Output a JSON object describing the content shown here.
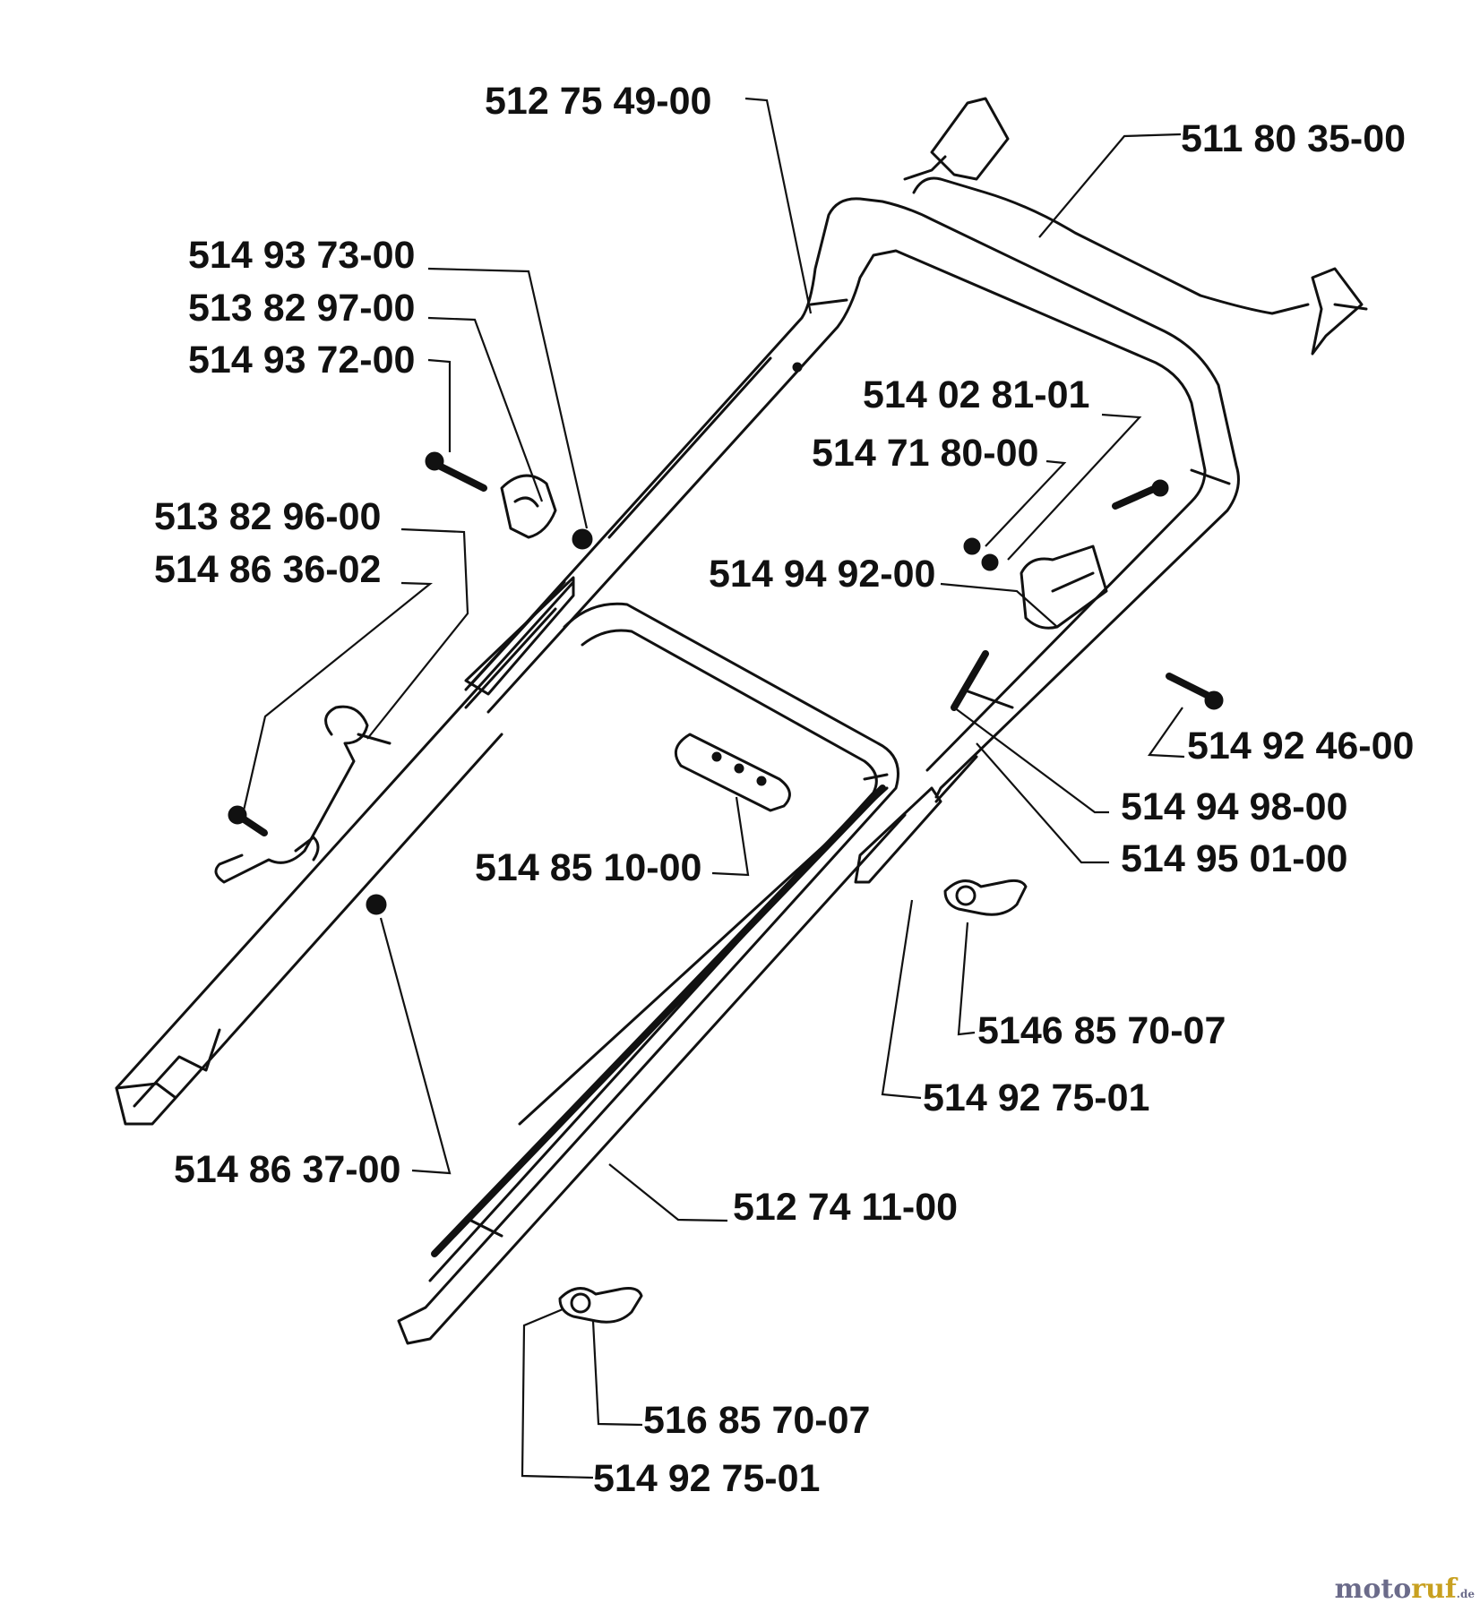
{
  "parts": {
    "p01": "512 75 49-00",
    "p02": "511 80 35-00",
    "p03": "514 93 73-00",
    "p04": "513 82 97-00",
    "p05": "514 93 72-00",
    "p06": "514 02 81-01",
    "p07": "514 71 80-00",
    "p08": "513 82 96-00",
    "p09": "514 86 36-02",
    "p10": "514 94 92-00",
    "p11": "514 92 46-00",
    "p12": "514 94 98-00",
    "p13": "514 95 01-00",
    "p14": "514 85 10-00",
    "p15": "5146 85 70-07",
    "p16": "514 92 75-01",
    "p17": "514 86 37-00",
    "p18": "512 74 11-00",
    "p19": "516 85 70-07",
    "p20": "514 92 75-01"
  },
  "watermark": {
    "part1": "moto",
    "part2": "ruf",
    "part3": ".de"
  }
}
